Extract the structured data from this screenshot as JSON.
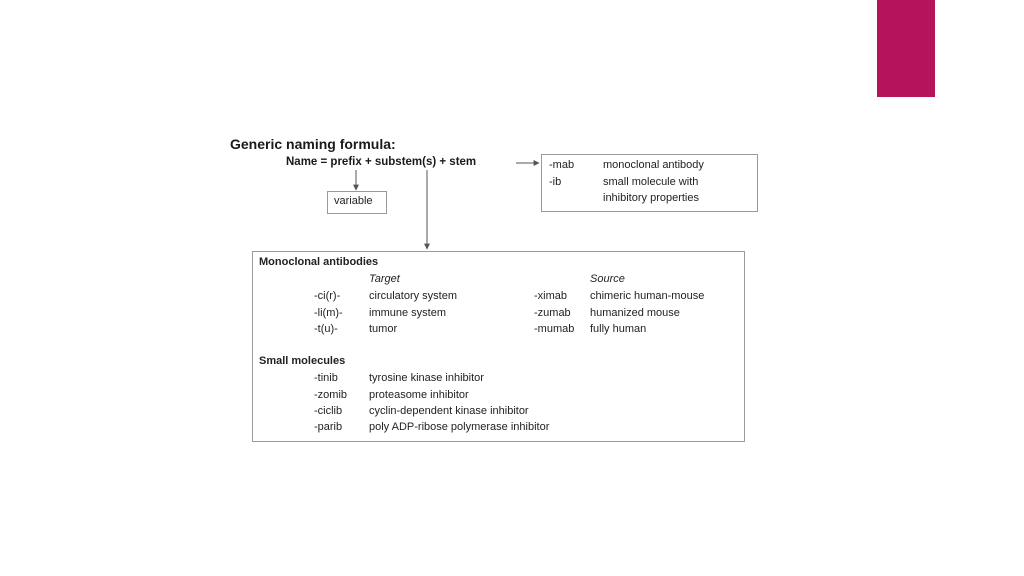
{
  "accent_color": "#b5135c",
  "heading": "Generic naming formula:",
  "formula": "Name = prefix + substem(s) + stem",
  "variable_label": "variable",
  "stems": [
    {
      "suffix": "-mab",
      "meaning": "monoclonal antibody"
    },
    {
      "suffix": "-ib",
      "meaning": "small molecule with"
    },
    {
      "suffix": "",
      "meaning": "inhibitory properties"
    }
  ],
  "monoclonal": {
    "title": "Monoclonal antibodies",
    "target_header": "Target",
    "source_header": "Source",
    "targets": [
      {
        "substem": "-ci(r)-",
        "meaning": "circulatory system"
      },
      {
        "substem": "-li(m)-",
        "meaning": "immune system"
      },
      {
        "substem": "-t(u)-",
        "meaning": "tumor"
      }
    ],
    "sources": [
      {
        "substem": "-ximab",
        "meaning": "chimeric human-mouse"
      },
      {
        "substem": "-zumab",
        "meaning": "humanized mouse"
      },
      {
        "substem": "-mumab",
        "meaning": "fully human"
      }
    ]
  },
  "small_molecules": {
    "title": "Small molecules",
    "items": [
      {
        "substem": "-tinib",
        "meaning": "tyrosine kinase inhibitor"
      },
      {
        "substem": "-zomib",
        "meaning": "proteasome inhibitor"
      },
      {
        "substem": "-ciclib",
        "meaning": "cyclin-dependent kinase inhibitor"
      },
      {
        "substem": "-parib",
        "meaning": "poly ADP-ribose polymerase inhibitor"
      }
    ]
  }
}
